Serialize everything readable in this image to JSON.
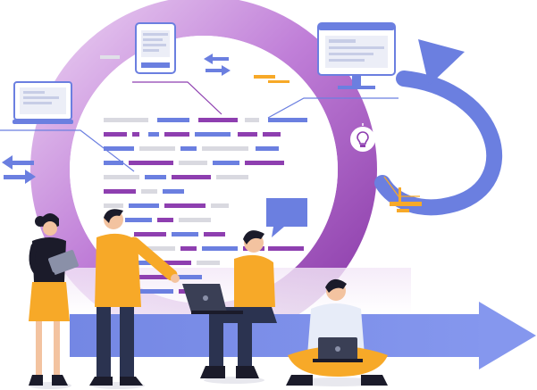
{
  "illustration": {
    "colors": {
      "purple_dark": "#8e3fb0",
      "purple_mid": "#b06fcc",
      "purple_light": "#e7c9ef",
      "blue": "#6b7fe0",
      "blue_light": "#8fa0ee",
      "orange": "#f7a928",
      "navy": "#2b3350",
      "skin": "#f3c3a0",
      "hair": "#1b1b2a",
      "gray": "#d9d9e0"
    },
    "icons": [
      "document-icon",
      "browser-window-icon",
      "laptop-icon",
      "lightbulb-icon",
      "chat-bubble-icon",
      "swap-arrows-icon",
      "cycle-arrow-icon",
      "forward-arrow-icon"
    ],
    "people": [
      "woman-with-tablet",
      "man-pointing",
      "man-sitting-with-laptop",
      "man-cross-legged-with-laptop"
    ]
  }
}
